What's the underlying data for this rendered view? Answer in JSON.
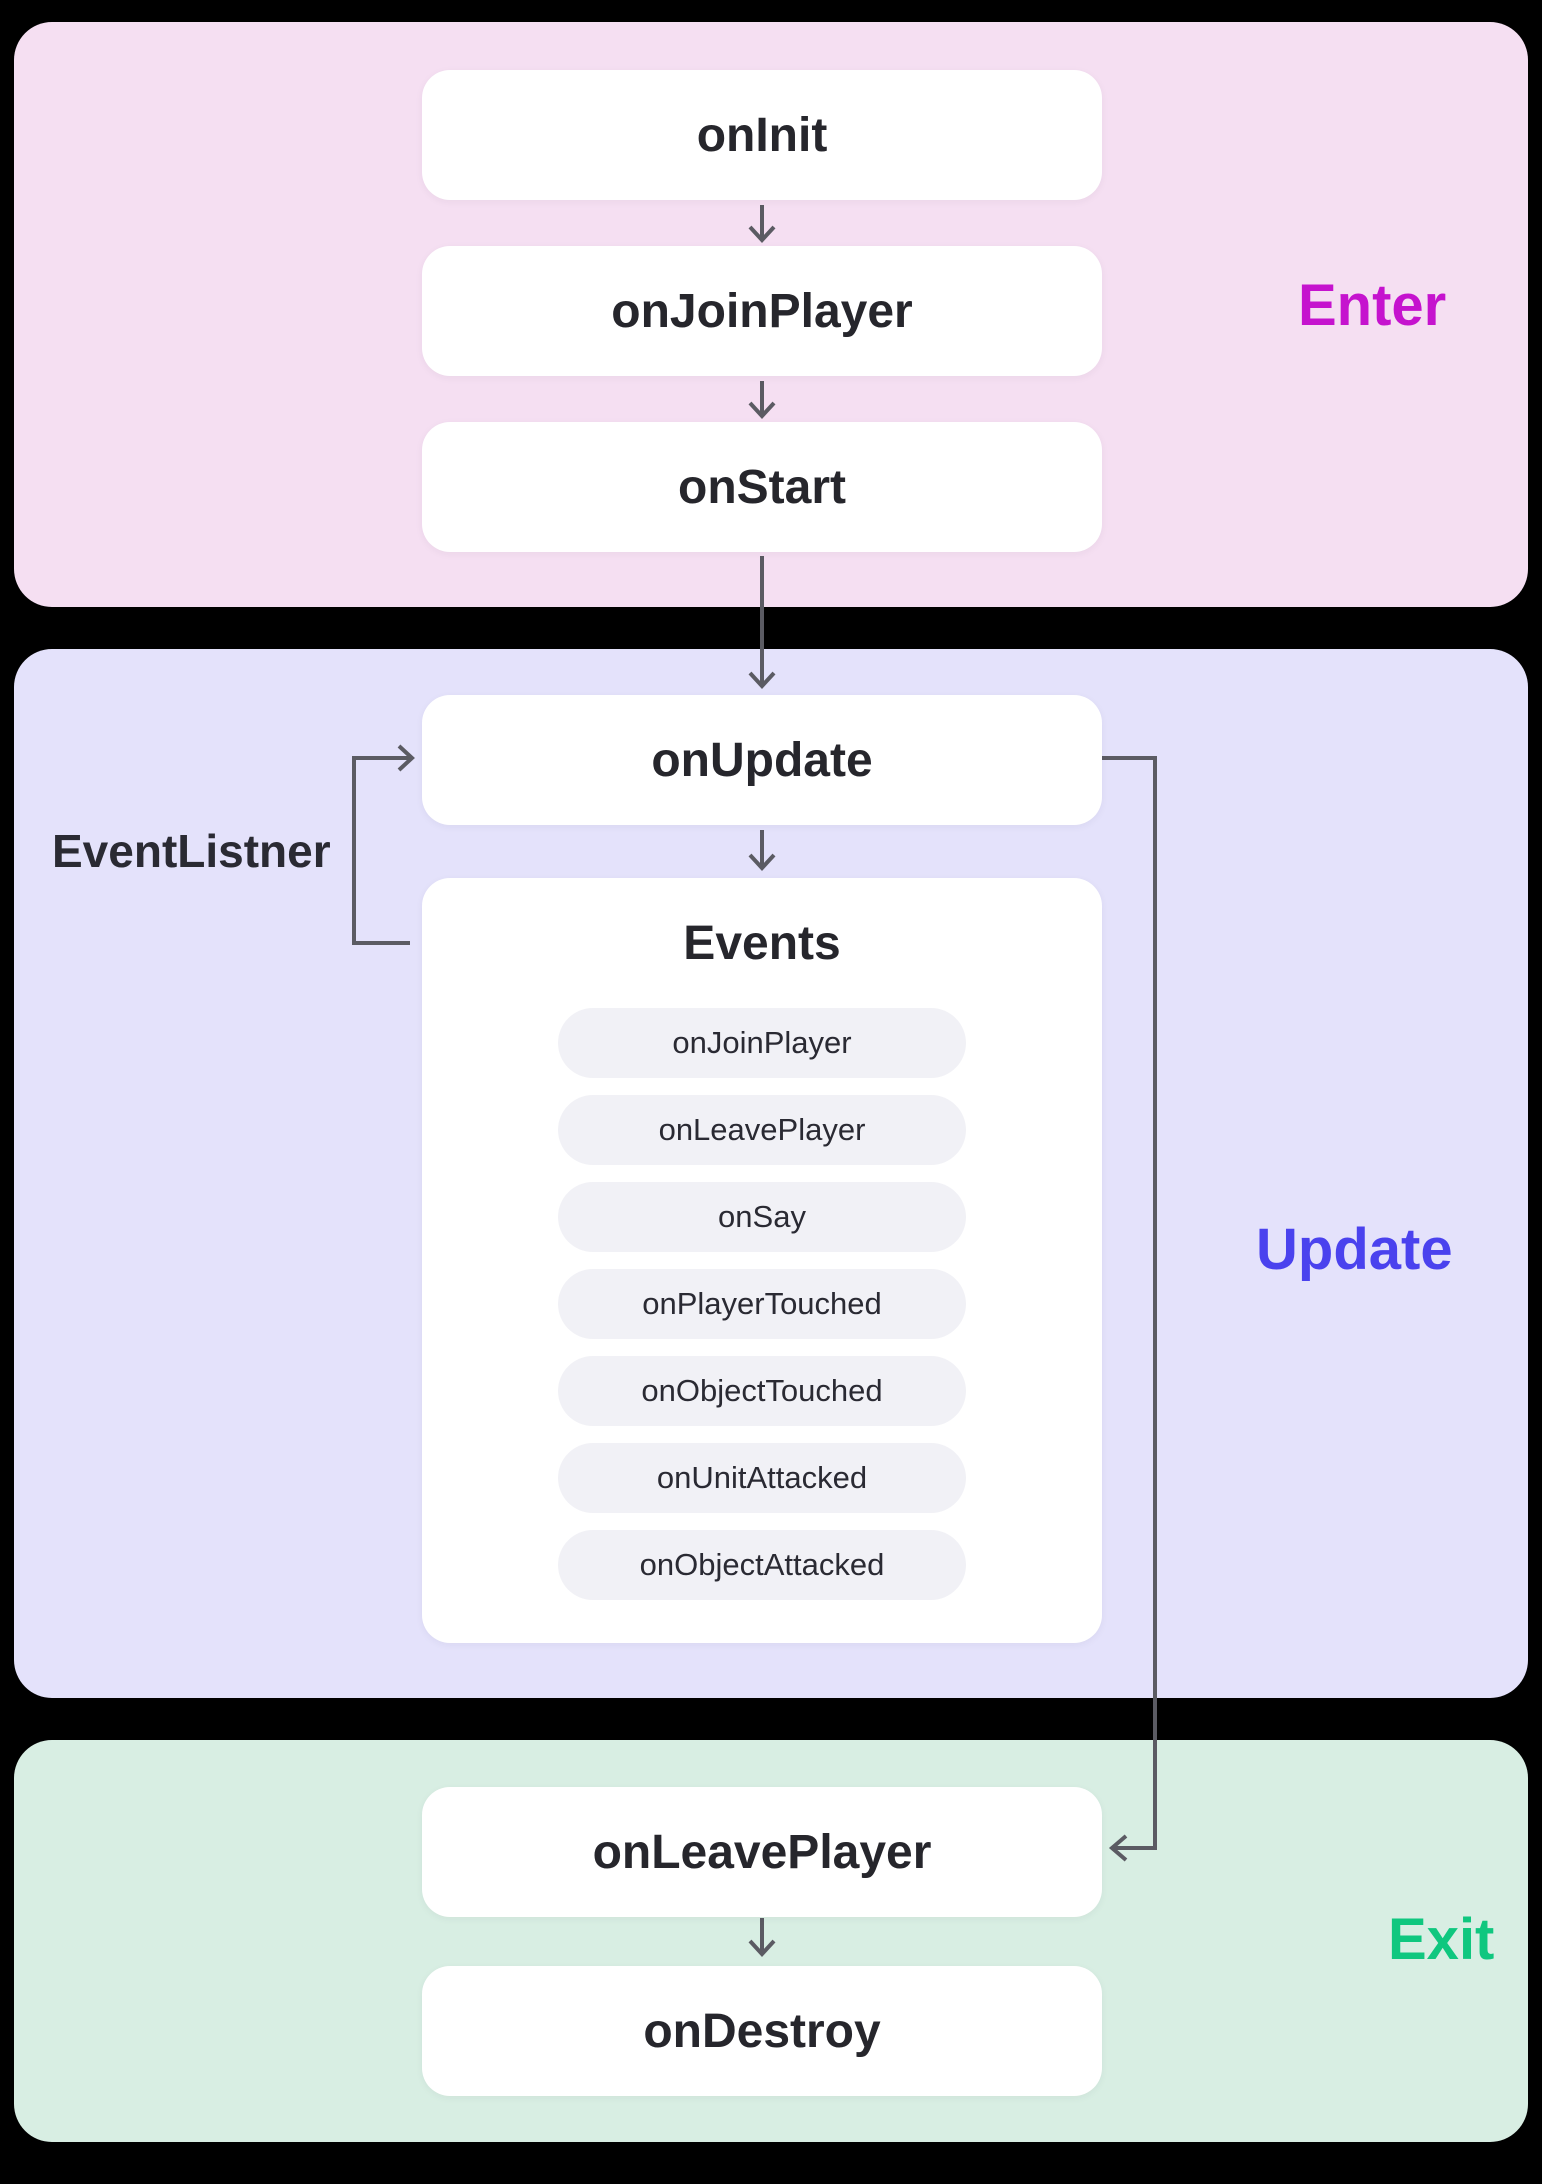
{
  "diagram": {
    "phases": [
      {
        "id": "enter",
        "label": "Enter",
        "color": "#C513CE",
        "background": "#F5DFF2"
      },
      {
        "id": "update",
        "label": "Update",
        "color": "#4A42EE",
        "background": "#E4E2FB"
      },
      {
        "id": "exit",
        "label": "Exit",
        "color": "#0FC77F",
        "background": "#D8EEE3"
      }
    ],
    "nodes": {
      "on_init": "onInit",
      "on_join_player": "onJoinPlayer",
      "on_start": "onStart",
      "on_update": "onUpdate",
      "on_leave_player": "onLeavePlayer",
      "on_destroy": "onDestroy"
    },
    "events_panel": {
      "title": "Events",
      "items": [
        "onJoinPlayer",
        "onLeavePlayer",
        "onSay",
        "onPlayerTouched",
        "onObjectTouched",
        "onUnitAttacked",
        "onObjectAttacked"
      ]
    },
    "loop_label": "EventListner",
    "connector_color": "#5B5B63",
    "node_text_color": "#26262C",
    "pill_background": "#F1F1F6"
  }
}
